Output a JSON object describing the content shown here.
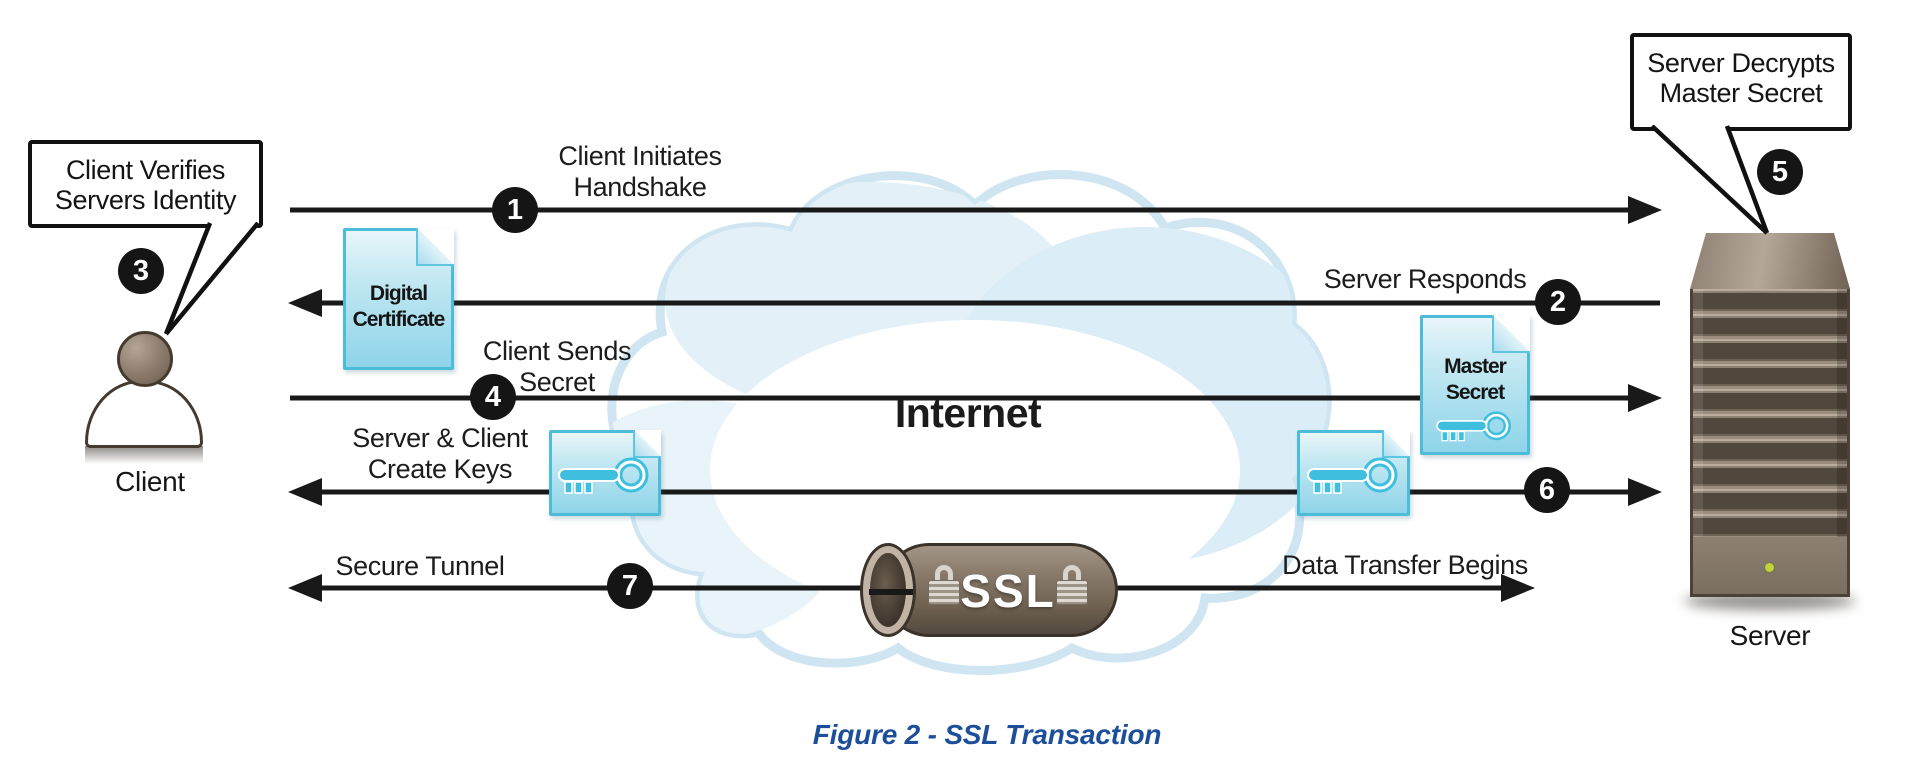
{
  "diagram": {
    "internet_label": "Internet",
    "caption": "Figure 2 - SSL Transaction"
  },
  "client": {
    "label": "Client",
    "badge": "3",
    "callout_line1": "Client Verifies",
    "callout_line2": "Servers Identity"
  },
  "server": {
    "label": "Server",
    "badge": "5",
    "callout_line1": "Server Decrypts",
    "callout_line2": "Master Secret"
  },
  "steps": {
    "s1": {
      "badge": "1",
      "line1": "Client Initiates",
      "line2": "Handshake"
    },
    "s2": {
      "badge": "2",
      "label": "Server Responds"
    },
    "s4": {
      "badge": "4",
      "line1": "Client Sends",
      "line2": "Secret"
    },
    "s6": {
      "badge": "6",
      "line1": "Server & Client",
      "line2": "Create Keys"
    },
    "s7": {
      "badge": "7",
      "label_left": "Secure Tunnel",
      "label_right": "Data Transfer Begins"
    }
  },
  "documents": {
    "digital_certificate": {
      "line1": "Digital",
      "line2": "Certificate"
    },
    "master_secret": {
      "line1": "Master",
      "line2": "Secret"
    }
  },
  "tunnel": {
    "label": "SSL"
  }
}
